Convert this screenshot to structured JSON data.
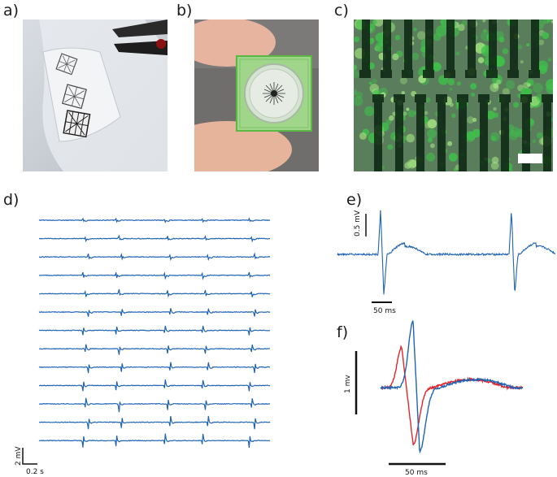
{
  "panels": {
    "a": {
      "label": "a)"
    },
    "b": {
      "label": "b)"
    },
    "c": {
      "label": "c)"
    },
    "d": {
      "label": "d)"
    },
    "e": {
      "label": "e)"
    },
    "f": {
      "label": "f)"
    }
  },
  "scalebars": {
    "d_voltage": "2 mV",
    "d_time": "0.2 s",
    "e_voltage": "0.5 mV",
    "e_time": "50 ms",
    "f_voltage": "1 mv",
    "f_time": "50 ms"
  },
  "colors": {
    "trace_blue": "#1f64b4",
    "trace_red": "#e0262b",
    "fluorescence_green": "#3fbf4a",
    "electrode_dark": "#0c2410"
  },
  "panel_d": {
    "channel_count": 13,
    "beats_per_channel": 5
  }
}
